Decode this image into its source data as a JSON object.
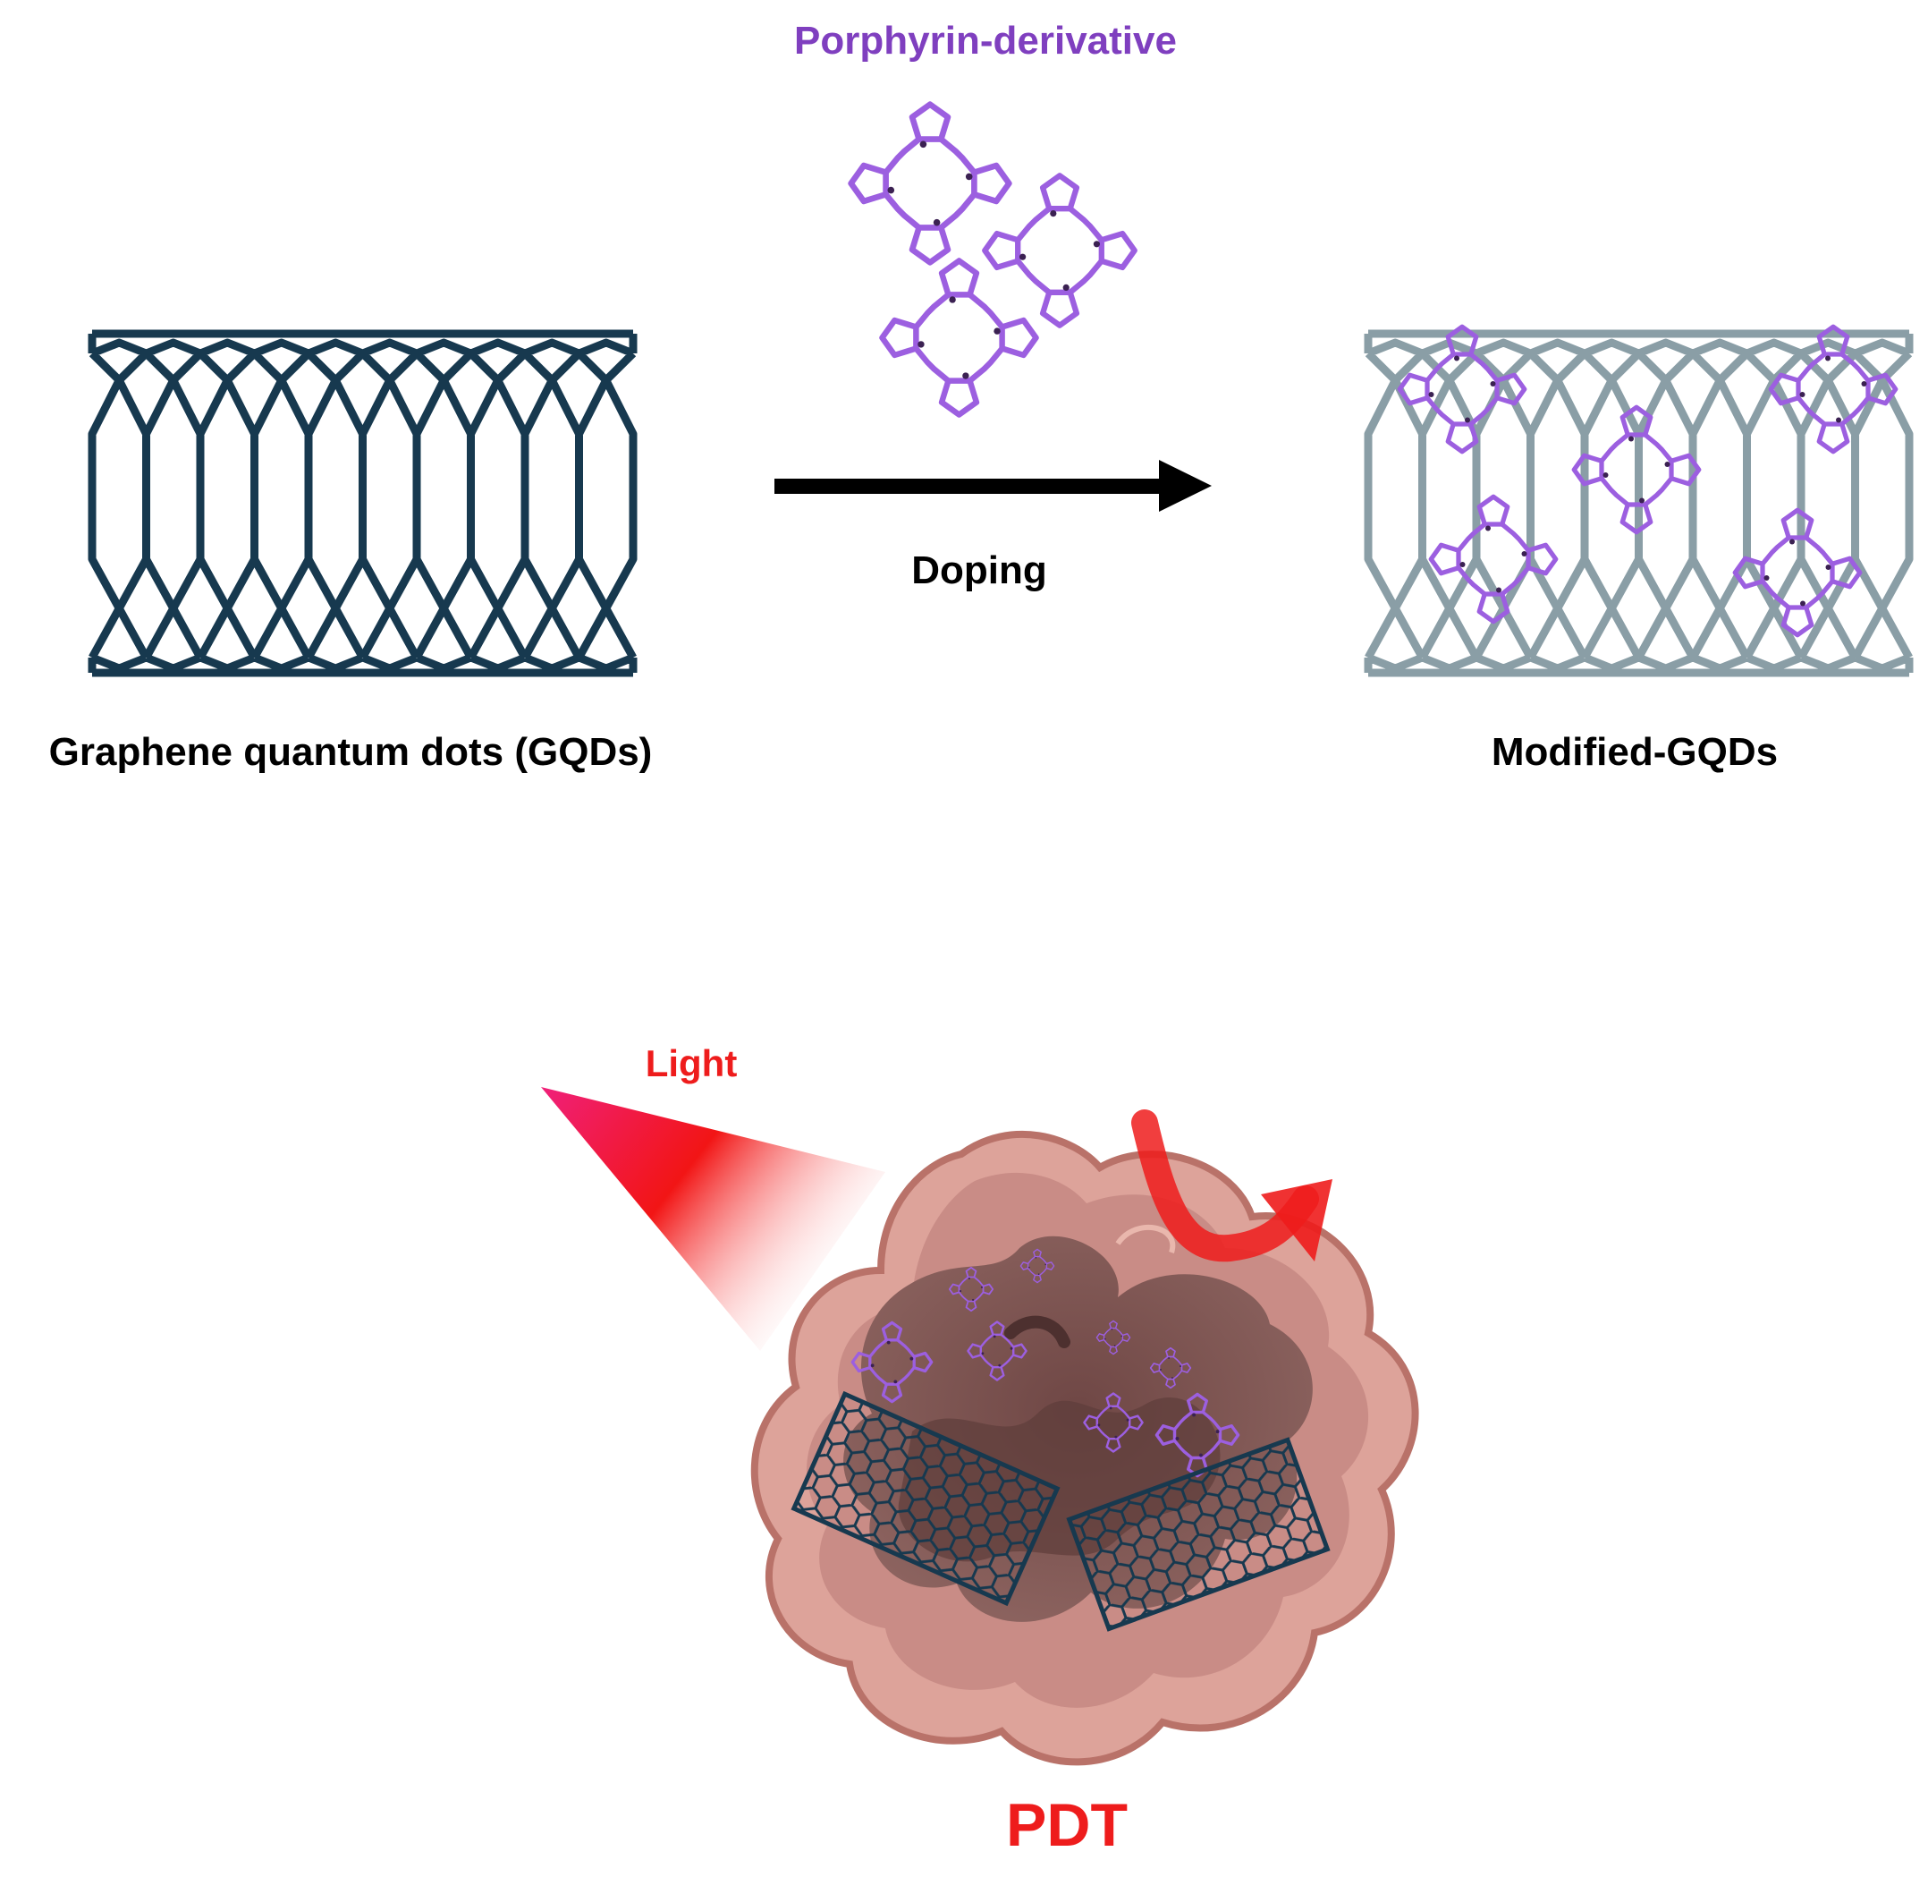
{
  "labels": {
    "porphyrin": "Porphyrin-derivative",
    "doping": "Doping",
    "gqds": "Graphene quantum dots (GQDs)",
    "modified": "Modified-GQDs",
    "light": "Light",
    "pdt": "PDT"
  },
  "colors": {
    "text": "#000000",
    "porphyrin": "#9c5fe0",
    "porphyrin_label": "#7f3fbf",
    "lattice_dark": "#17394f",
    "lattice_light": "#8a9ea6",
    "red": "#ee1c1c",
    "tumor_outer": "#dda39a",
    "tumor_inner": "#7e5552"
  }
}
